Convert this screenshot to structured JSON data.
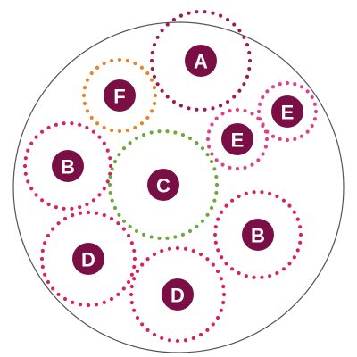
{
  "colors": {
    "node_fill": "#7a0f45",
    "label_text": "#ffffff",
    "outer_outline": "#555555",
    "ring_crimson": "#d9215c",
    "ring_plum": "#9c1a5a",
    "ring_pink": "#e0408a",
    "ring_orange": "#e88422",
    "ring_green": "#6aaa3a"
  },
  "nodes": [
    {
      "id": "A",
      "label": "A",
      "ring": "ring_plum"
    },
    {
      "id": "F",
      "label": "F",
      "ring": "ring_orange"
    },
    {
      "id": "E1",
      "label": "E",
      "ring": "ring_pink"
    },
    {
      "id": "E2",
      "label": "E",
      "ring": "ring_pink"
    },
    {
      "id": "B1",
      "label": "B",
      "ring": "ring_crimson"
    },
    {
      "id": "C",
      "label": "C",
      "ring": "ring_green"
    },
    {
      "id": "B2",
      "label": "B",
      "ring": "ring_crimson"
    },
    {
      "id": "D1",
      "label": "D",
      "ring": "ring_crimson"
    },
    {
      "id": "D2",
      "label": "D",
      "ring": "ring_crimson"
    }
  ]
}
